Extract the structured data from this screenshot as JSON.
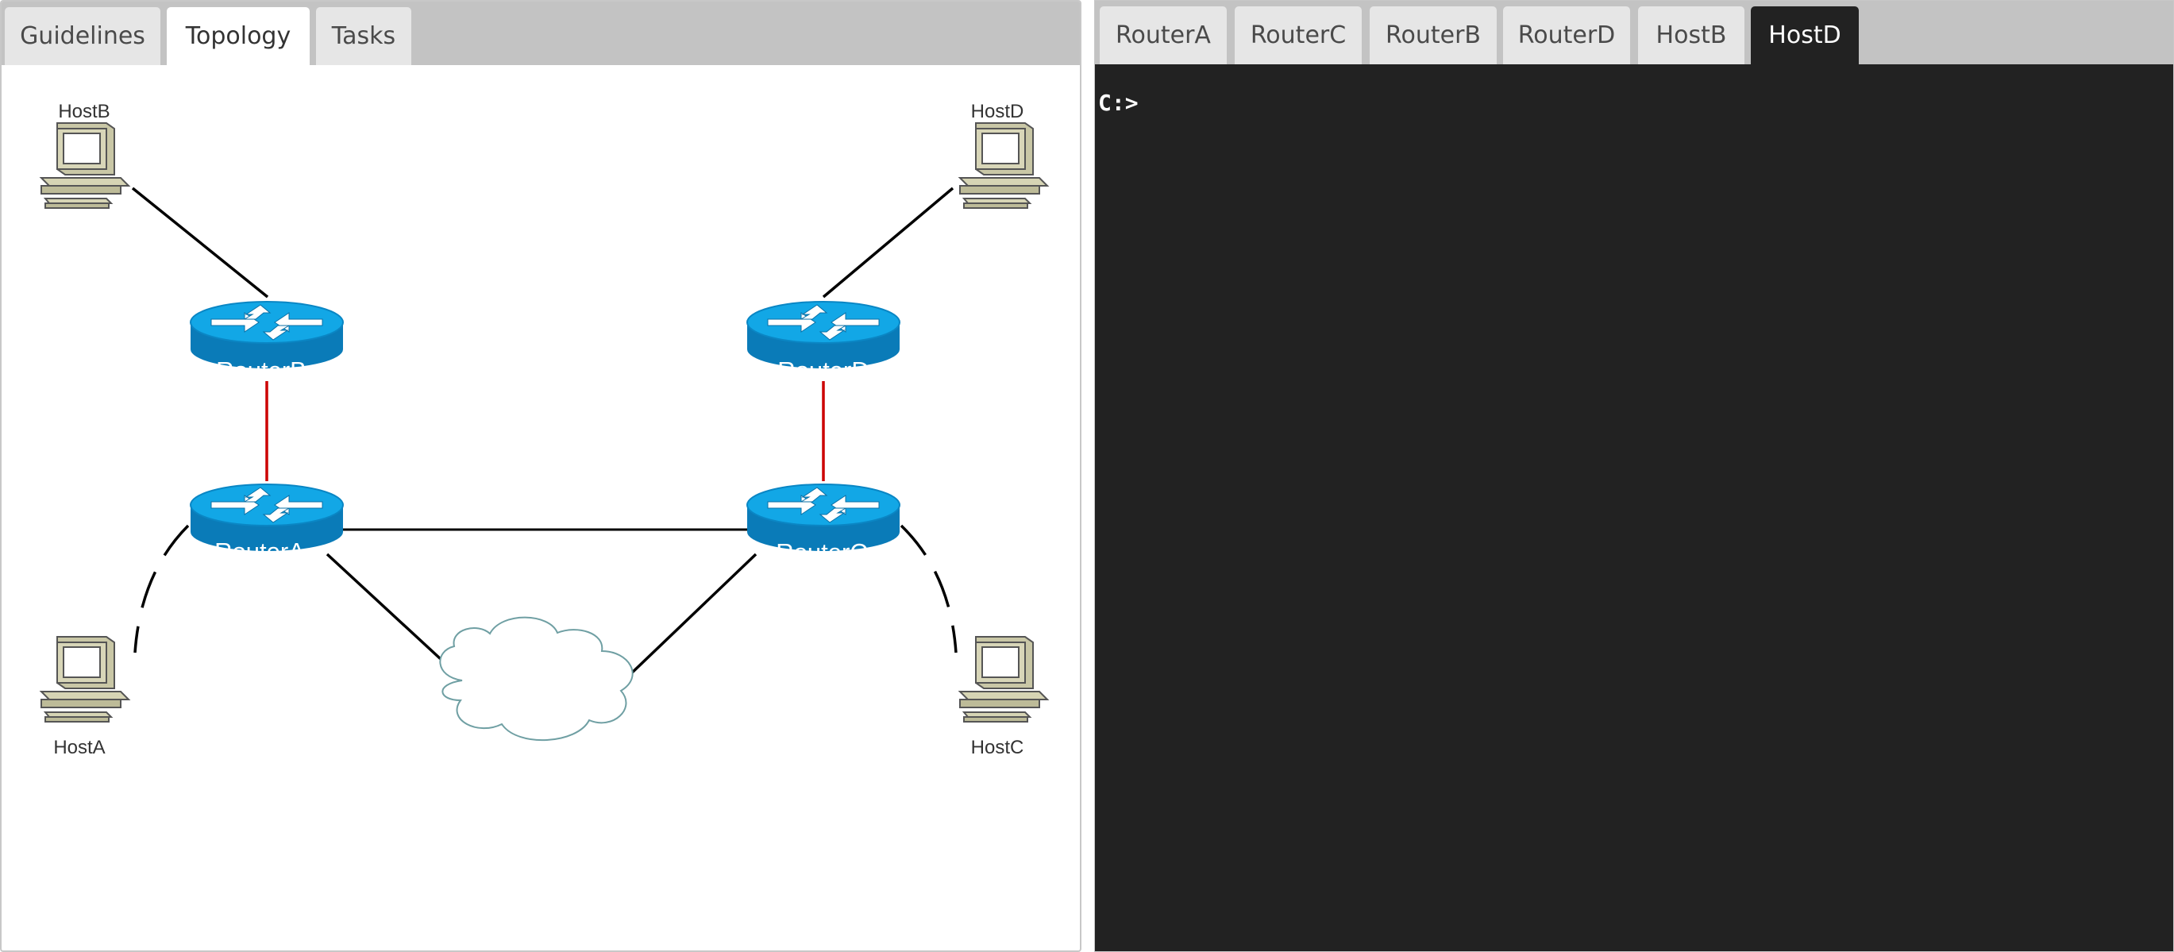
{
  "left_tabs": [
    {
      "label": "Guidelines",
      "active": false
    },
    {
      "label": "Topology",
      "active": true
    },
    {
      "label": "Tasks",
      "active": false
    }
  ],
  "right_tabs": [
    {
      "label": "RouterA",
      "active": false
    },
    {
      "label": "RouterC",
      "active": false
    },
    {
      "label": "RouterB",
      "active": false
    },
    {
      "label": "RouterD",
      "active": false
    },
    {
      "label": "HostB",
      "active": false
    },
    {
      "label": "HostD",
      "active": true
    }
  ],
  "topology": {
    "routers": {
      "a": "RouterA",
      "b": "RouterB",
      "c": "RouterC",
      "d": "RouterD"
    },
    "hosts": {
      "a": "HostA",
      "b": "HostB",
      "c": "HostC",
      "d": "HostD"
    },
    "router_color": "#1a9fd8",
    "link_color": "#000000",
    "highlight_link_color": "#cc0000"
  },
  "terminal": {
    "prompt": "C:>"
  }
}
